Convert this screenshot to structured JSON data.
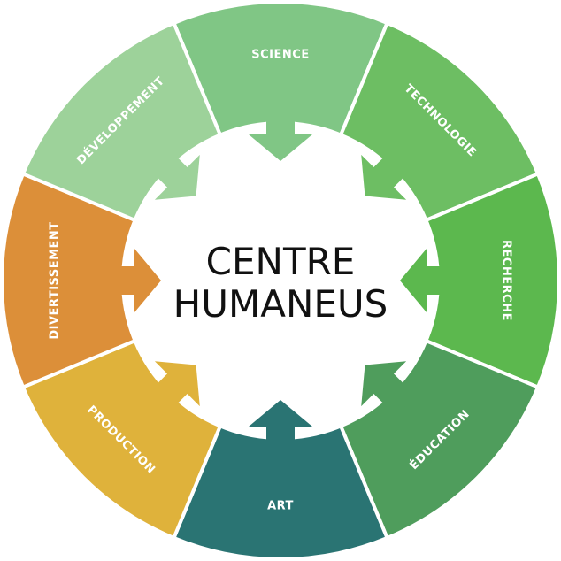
{
  "title": {
    "line1": "CENTRE",
    "line2": "HUMANEUS"
  },
  "segments": [
    {
      "label": "SCIENCE",
      "color": "#80c685"
    },
    {
      "label": "TECHNOLOGIE",
      "color": "#6dbe63"
    },
    {
      "label": "RECHERCHE",
      "color": "#5cb84e"
    },
    {
      "label": "ÉDUCATION",
      "color": "#4f9d5c"
    },
    {
      "label": "ART",
      "color": "#2a7473"
    },
    {
      "label": "PRODUCTION",
      "color": "#dfb23b"
    },
    {
      "label": "DIVERTISSEMENT",
      "color": "#dc8f39"
    },
    {
      "label": "DÉVELOPPEMENT",
      "color": "#9dd29a"
    }
  ]
}
